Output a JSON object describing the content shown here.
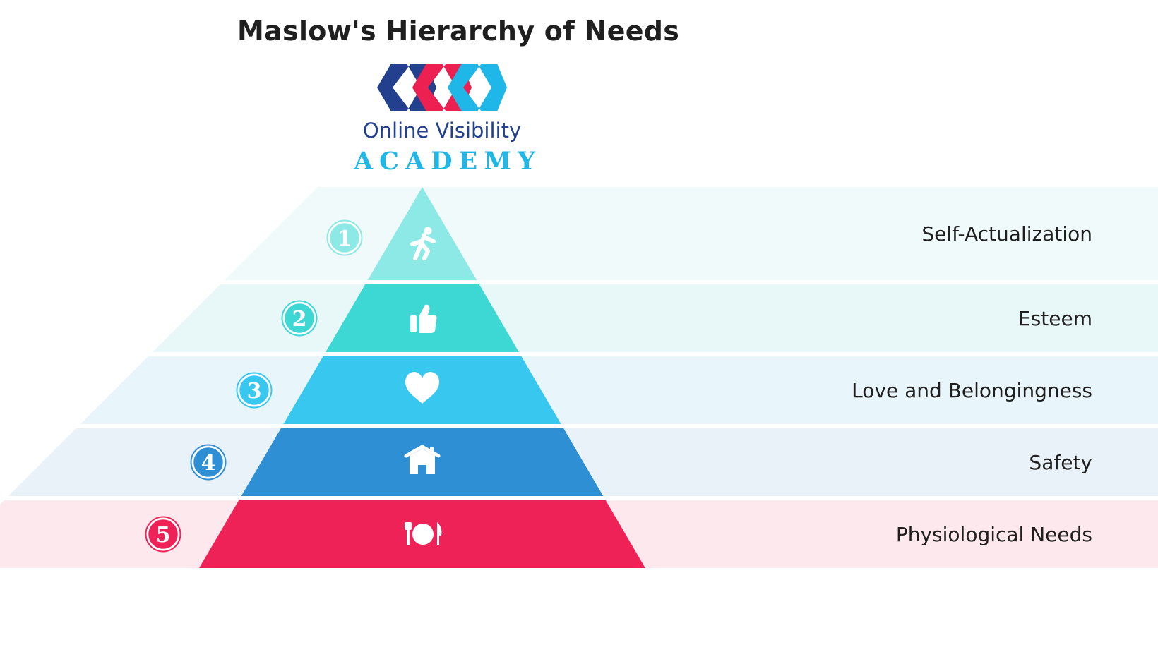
{
  "title": "Maslow's Hierarchy of Needs",
  "logo": {
    "line1": "Online Visibility",
    "line2": "ACADEMY",
    "colors": {
      "navy": "#23408e",
      "pink": "#ec2152",
      "cyan": "#1fb6e8"
    }
  },
  "levels": [
    {
      "number": "1",
      "label": "Self-Actualization",
      "icon": "running-person-icon",
      "color": "#8de9e5",
      "band": "#f0fafb"
    },
    {
      "number": "2",
      "label": "Esteem",
      "icon": "thumbs-up-icon",
      "color": "#3ed8d4",
      "band": "#e8f8f9"
    },
    {
      "number": "3",
      "label": "Love and Belongingness",
      "icon": "heart-icon",
      "color": "#38c8ef",
      "band": "#e8f6fb"
    },
    {
      "number": "4",
      "label": "Safety",
      "icon": "house-icon",
      "color": "#2e8fd4",
      "band": "#e9f2f9"
    },
    {
      "number": "5",
      "label": "Physiological Needs",
      "icon": "plate-cutlery-icon",
      "color": "#ee2257",
      "band": "#fde8ee"
    }
  ]
}
